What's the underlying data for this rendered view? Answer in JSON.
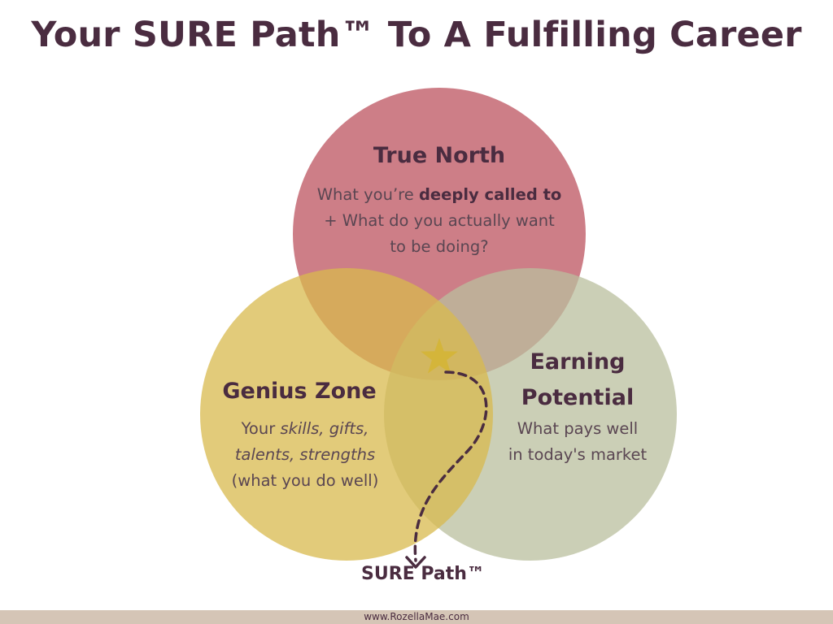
{
  "title": "Your SURE Path™ To A Fulfilling Career",
  "circles": {
    "true_north": {
      "heading": "True North",
      "line1_prefix": "What you’re ",
      "line1_bold": "deeply called to",
      "line2": "+ What do you actually want",
      "line3": "to be doing?",
      "color": "#c9737d"
    },
    "genius_zone": {
      "heading": "Genius Zone",
      "line1_prefix": "Your ",
      "line1_italic": "skills, gifts,",
      "line2_italic": "talents, strengths",
      "line3": "(what you do well)",
      "color": "#dcc063"
    },
    "earning_potential": {
      "heading_line1": "Earning",
      "heading_line2": "Potential",
      "line1": "What pays well",
      "line2": "in today's market",
      "color": "#c3c8ad"
    }
  },
  "path_label": "SURE Path™",
  "footer": "www.RozellaMae.com",
  "colors": {
    "text": "#4a2c40",
    "star": "#d4b53a",
    "footer_bar": "#d5c5b6"
  },
  "icons": [
    "star-icon",
    "arrow-down-icon"
  ]
}
